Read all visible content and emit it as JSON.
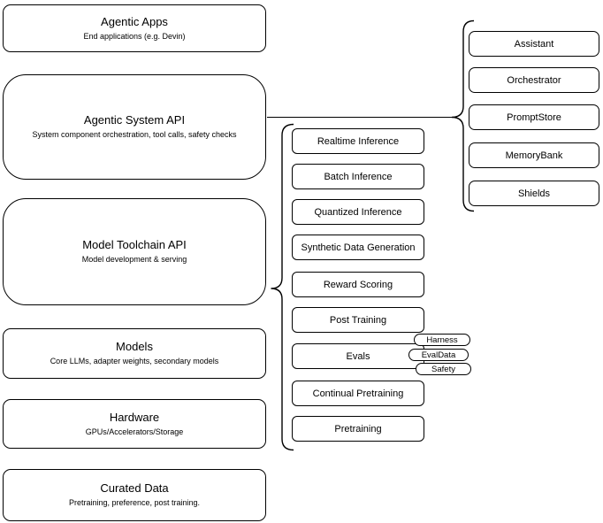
{
  "diagram": {
    "stack": [
      {
        "title": "Agentic Apps",
        "subtitle": "End applications (e.g. Devin)"
      },
      {
        "title": "Agentic System API",
        "subtitle": "System component orchestration, tool calls, safety checks"
      },
      {
        "title": "Model Toolchain API",
        "subtitle": "Model development & serving"
      },
      {
        "title": "Models",
        "subtitle": "Core LLMs, adapter weights, secondary models"
      },
      {
        "title": "Hardware",
        "subtitle": "GPUs/Accelerators/Storage"
      },
      {
        "title": "Curated Data",
        "subtitle": "Pretraining, preference, post training."
      }
    ],
    "toolchain": {
      "items": [
        "Realtime Inference",
        "Batch Inference",
        "Quantized Inference",
        "Synthetic Data Generation",
        "Reward Scoring",
        "Post Training",
        "Evals",
        "Continual Pretraining",
        "Pretraining"
      ],
      "evals_tags": [
        "Harness",
        "EvalData",
        "Safety"
      ]
    },
    "system_components": [
      "Assistant",
      "Orchestrator",
      "PromptStore",
      "MemoryBank",
      "Shields"
    ],
    "colors": {
      "stroke": "#000000",
      "fill": "#ffffff",
      "background": "#ffffff"
    }
  }
}
